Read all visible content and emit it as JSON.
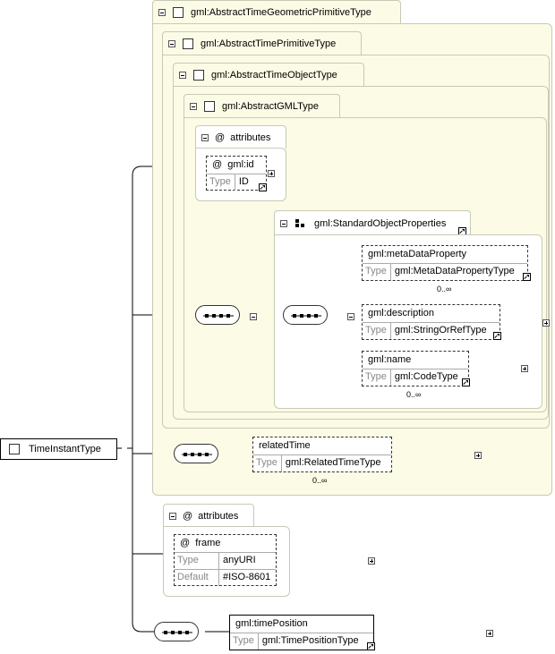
{
  "root": {
    "name": "TimeInstantType"
  },
  "types": {
    "t1": "gml:AbstractTimeGeometricPrimitiveType",
    "t2": "gml:AbstractTimePrimitiveType",
    "t3": "gml:AbstractTimeObjectType",
    "t4": "gml:AbstractGMLType"
  },
  "labels": {
    "attributes": "attributes",
    "type": "Type",
    "default": "Default",
    "at": "@"
  },
  "gml_attributes": {
    "id": {
      "name": "gml:id",
      "type": "ID"
    }
  },
  "group": {
    "name": "gml:StandardObjectProperties"
  },
  "group_elements": [
    {
      "name": "gml:metaDataProperty",
      "type": "gml:MetaDataPropertyType",
      "card": "0..∞"
    },
    {
      "name": "gml:description",
      "type": "gml:StringOrRefType"
    },
    {
      "name": "gml:name",
      "type": "gml:CodeType",
      "card": "0..∞"
    }
  ],
  "related_time": {
    "name": "relatedTime",
    "type": "gml:RelatedTimeType",
    "card": "0..∞"
  },
  "frame": {
    "name": "frame",
    "type": "anyURI",
    "default": "#ISO-8601"
  },
  "time_position": {
    "name": "gml:timePosition",
    "type": "gml:TimePositionType"
  }
}
